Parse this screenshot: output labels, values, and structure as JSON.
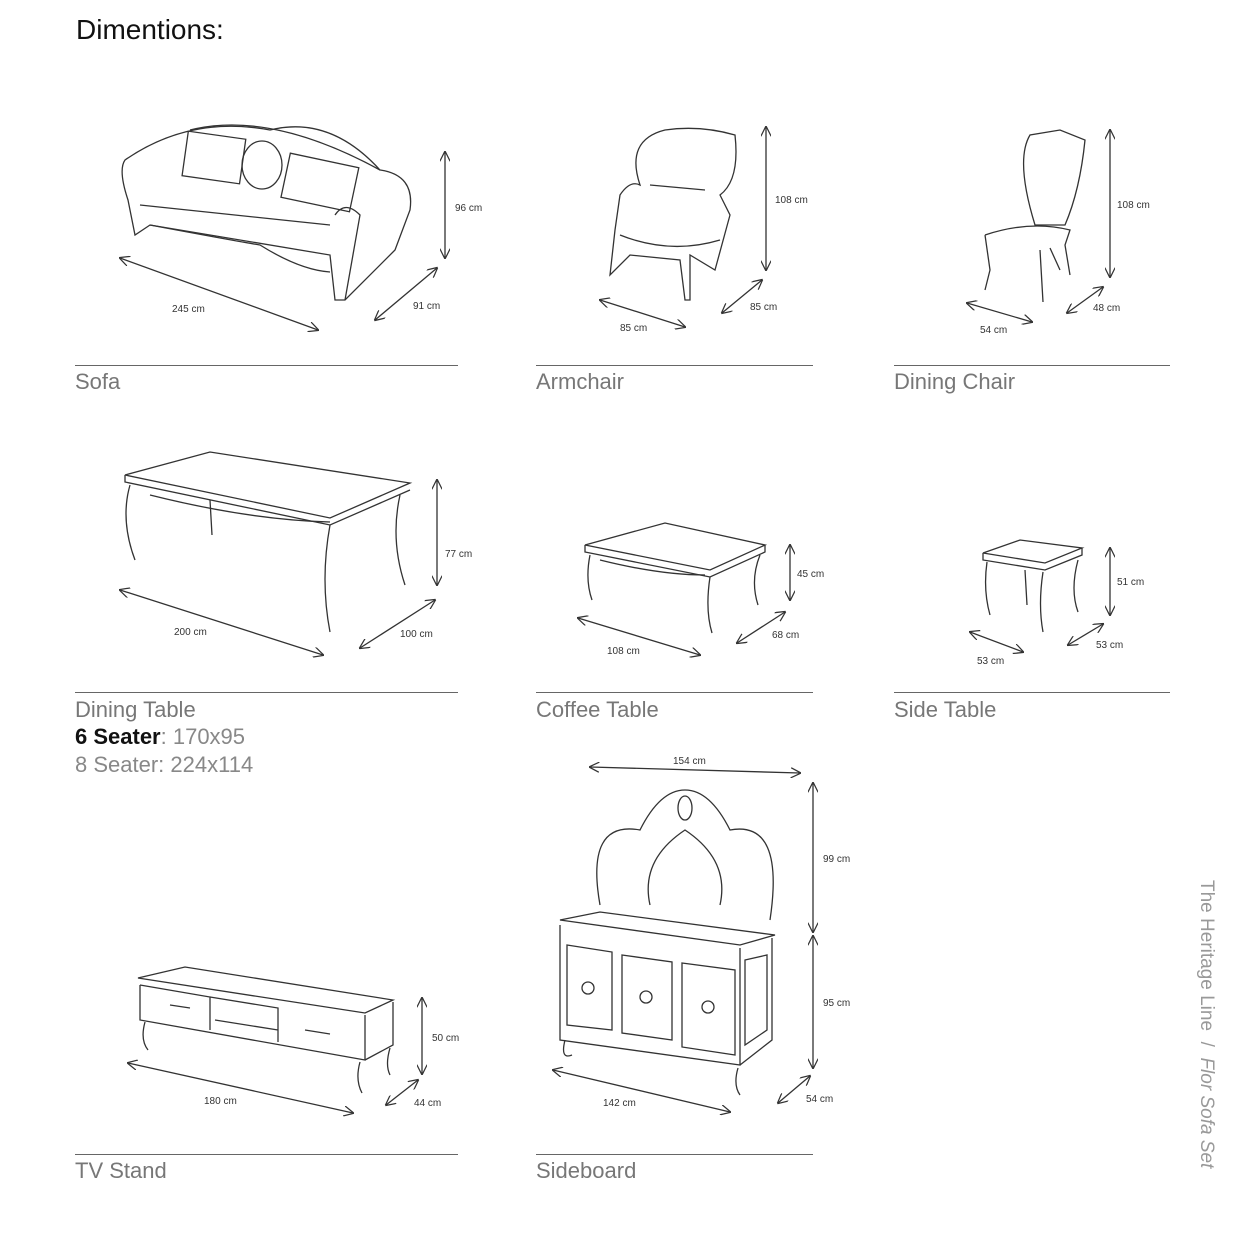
{
  "page_title": "Dimentions:",
  "side_caption": {
    "line": "The Heritage Line",
    "separator": "/",
    "product": "Flor Sofa Set"
  },
  "items": {
    "sofa": {
      "name": "Sofa",
      "height": "96 cm",
      "width": "245 cm",
      "depth": "91 cm"
    },
    "armchair": {
      "name": "Armchair",
      "height": "108 cm",
      "width": "85 cm",
      "depth": "85 cm"
    },
    "dining_chair": {
      "name": "Dining Chair",
      "height": "108 cm",
      "width": "54 cm",
      "depth": "48 cm"
    },
    "dining_table": {
      "name": "Dining Table",
      "height": "77 cm",
      "width": "200 cm",
      "depth": "100 cm",
      "option1_label": "6 Seater",
      "option1_value": ": 170x95",
      "option2_label": "8 Seater",
      "option2_value": ": 224x114"
    },
    "coffee_table": {
      "name": "Coffee Table",
      "height": "45 cm",
      "width": "108 cm",
      "depth": "68 cm"
    },
    "side_table": {
      "name": "Side Table",
      "height": "51 cm",
      "width": "53 cm",
      "depth": "53 cm"
    },
    "tv_stand": {
      "name": "TV Stand",
      "height": "50 cm",
      "width": "180 cm",
      "depth": "44 cm"
    },
    "sideboard": {
      "name": "Sideboard",
      "top_width": "154 cm",
      "mirror_height": "99 cm",
      "body_height": "95 cm",
      "width": "142 cm",
      "depth": "54 cm"
    }
  }
}
